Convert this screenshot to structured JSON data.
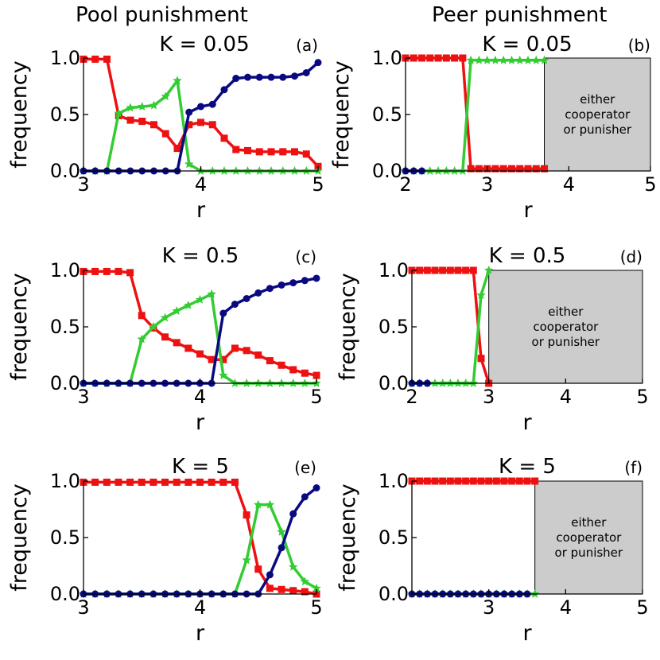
{
  "column_titles": {
    "left": "Pool punishment",
    "right": "Peer punishment"
  },
  "colors": {
    "red": "#ee1111",
    "green": "#33cc33",
    "navy": "#0a0a80",
    "shade": "#cccccc"
  },
  "chart_data": [
    {
      "id": "a",
      "type": "line",
      "title": "K = 0.05",
      "panel_label": "(a)",
      "xlabel": "r",
      "ylabel": "frequency",
      "xlim": [
        3,
        5
      ],
      "ylim": [
        0,
        1
      ],
      "xticks": [
        3,
        4,
        5
      ],
      "yticks": [
        0.0,
        0.5,
        1.0
      ],
      "shaded": null,
      "series": [
        {
          "color": "#ee1111",
          "marker": "square",
          "x": [
            3.0,
            3.1,
            3.2,
            3.3,
            3.4,
            3.5,
            3.6,
            3.7,
            3.8,
            3.9,
            4.0,
            4.1,
            4.2,
            4.3,
            4.4,
            4.5,
            4.6,
            4.7,
            4.8,
            4.9,
            5.0
          ],
          "y": [
            0.99,
            0.99,
            0.99,
            0.49,
            0.45,
            0.44,
            0.41,
            0.33,
            0.2,
            0.41,
            0.43,
            0.41,
            0.29,
            0.19,
            0.18,
            0.17,
            0.17,
            0.17,
            0.17,
            0.15,
            0.04
          ]
        },
        {
          "color": "#33cc33",
          "marker": "star",
          "x": [
            3.0,
            3.1,
            3.2,
            3.3,
            3.4,
            3.5,
            3.6,
            3.7,
            3.8,
            3.9,
            4.0,
            4.1,
            4.2,
            4.3,
            4.4,
            4.5,
            4.6,
            4.7,
            4.8,
            4.9,
            5.0
          ],
          "y": [
            0.0,
            0.0,
            0.0,
            0.51,
            0.56,
            0.57,
            0.58,
            0.66,
            0.8,
            0.06,
            0.0,
            0.0,
            0.0,
            0.0,
            0.0,
            0.0,
            0.0,
            0.0,
            0.0,
            0.0,
            0.0
          ]
        },
        {
          "color": "#0a0a80",
          "marker": "circle",
          "x": [
            3.0,
            3.1,
            3.2,
            3.3,
            3.4,
            3.5,
            3.6,
            3.7,
            3.8,
            3.9,
            4.0,
            4.1,
            4.2,
            4.3,
            4.4,
            4.5,
            4.6,
            4.7,
            4.8,
            4.9,
            5.0
          ],
          "y": [
            0.0,
            0.0,
            0.0,
            0.0,
            0.0,
            0.0,
            0.0,
            0.0,
            0.0,
            0.52,
            0.57,
            0.59,
            0.72,
            0.82,
            0.83,
            0.83,
            0.83,
            0.83,
            0.84,
            0.87,
            0.96
          ]
        }
      ]
    },
    {
      "id": "b",
      "type": "line",
      "title": "K = 0.05",
      "panel_label": "(b)",
      "xlabel": "r",
      "ylabel": "frequency",
      "xlim": [
        2,
        5
      ],
      "ylim": [
        0,
        1
      ],
      "xticks": [
        2,
        3,
        4,
        5
      ],
      "yticks": [
        0.0,
        0.5,
        1.0
      ],
      "shaded": {
        "x_from": 3.7,
        "x_to": 5.0,
        "lines": [
          "either",
          "cooperator",
          "or punisher"
        ]
      },
      "series": [
        {
          "color": "#ee1111",
          "marker": "square",
          "x": [
            2.0,
            2.1,
            2.2,
            2.3,
            2.4,
            2.5,
            2.6,
            2.7,
            2.8,
            2.9,
            3.0,
            3.1,
            3.2,
            3.3,
            3.4,
            3.5,
            3.6,
            3.7
          ],
          "y": [
            1.0,
            1.0,
            1.0,
            1.0,
            1.0,
            1.0,
            1.0,
            1.0,
            0.02,
            0.02,
            0.02,
            0.02,
            0.02,
            0.02,
            0.02,
            0.02,
            0.02,
            0.02
          ]
        },
        {
          "color": "#33cc33",
          "marker": "star",
          "x": [
            2.0,
            2.1,
            2.2,
            2.3,
            2.4,
            2.5,
            2.6,
            2.7,
            2.8,
            2.9,
            3.0,
            3.1,
            3.2,
            3.3,
            3.4,
            3.5,
            3.6,
            3.7
          ],
          "y": [
            0.0,
            0.0,
            0.0,
            0.0,
            0.0,
            0.0,
            0.0,
            0.0,
            0.98,
            0.98,
            0.98,
            0.98,
            0.98,
            0.98,
            0.98,
            0.98,
            0.98,
            0.98
          ]
        },
        {
          "color": "#0a0a80",
          "marker": "circle",
          "x": [
            2.0,
            2.1,
            2.2
          ],
          "y": [
            0.0,
            0.0,
            0.0
          ]
        }
      ]
    },
    {
      "id": "c",
      "type": "line",
      "title": "K = 0.5",
      "panel_label": "(c)",
      "xlabel": "r",
      "ylabel": "frequency",
      "xlim": [
        3,
        5
      ],
      "ylim": [
        0,
        1
      ],
      "xticks": [
        3,
        4,
        5
      ],
      "yticks": [
        0.0,
        0.5,
        1.0
      ],
      "shaded": null,
      "series": [
        {
          "color": "#ee1111",
          "marker": "square",
          "x": [
            3.0,
            3.1,
            3.2,
            3.3,
            3.4,
            3.5,
            3.6,
            3.7,
            3.8,
            3.9,
            4.0,
            4.1,
            4.2,
            4.3,
            4.4,
            4.5,
            4.6,
            4.7,
            4.8,
            4.9,
            5.0
          ],
          "y": [
            0.99,
            0.99,
            0.99,
            0.99,
            0.98,
            0.6,
            0.49,
            0.41,
            0.36,
            0.31,
            0.26,
            0.21,
            0.21,
            0.31,
            0.29,
            0.25,
            0.2,
            0.16,
            0.12,
            0.09,
            0.07
          ]
        },
        {
          "color": "#33cc33",
          "marker": "star",
          "x": [
            3.0,
            3.1,
            3.2,
            3.3,
            3.4,
            3.5,
            3.6,
            3.7,
            3.8,
            3.9,
            4.0,
            4.1,
            4.2,
            4.3,
            4.4,
            4.5,
            4.6,
            4.7,
            4.8,
            4.9,
            5.0
          ],
          "y": [
            0.0,
            0.0,
            0.0,
            0.0,
            0.0,
            0.39,
            0.5,
            0.58,
            0.64,
            0.69,
            0.74,
            0.79,
            0.07,
            0.0,
            0.0,
            0.0,
            0.0,
            0.0,
            0.0,
            0.0,
            0.0
          ]
        },
        {
          "color": "#0a0a80",
          "marker": "circle",
          "x": [
            3.0,
            3.1,
            3.2,
            3.3,
            3.4,
            3.5,
            3.6,
            3.7,
            3.8,
            3.9,
            4.0,
            4.1,
            4.2,
            4.3,
            4.4,
            4.5,
            4.6,
            4.7,
            4.8,
            4.9,
            5.0
          ],
          "y": [
            0.0,
            0.0,
            0.0,
            0.0,
            0.0,
            0.0,
            0.0,
            0.0,
            0.0,
            0.0,
            0.0,
            0.0,
            0.62,
            0.7,
            0.75,
            0.8,
            0.84,
            0.87,
            0.89,
            0.91,
            0.93
          ]
        }
      ]
    },
    {
      "id": "d",
      "type": "line",
      "title": "K = 0.5",
      "panel_label": "(d)",
      "xlabel": "r",
      "ylabel": "frequency",
      "xlim": [
        2,
        5
      ],
      "ylim": [
        0,
        1
      ],
      "xticks": [
        2,
        3,
        4,
        5
      ],
      "yticks": [
        0.0,
        0.5,
        1.0
      ],
      "shaded": {
        "x_from": 3.0,
        "x_to": 5.0,
        "lines": [
          "either",
          "cooperator",
          "or punisher"
        ]
      },
      "series": [
        {
          "color": "#ee1111",
          "marker": "square",
          "x": [
            2.0,
            2.1,
            2.2,
            2.3,
            2.4,
            2.5,
            2.6,
            2.7,
            2.8,
            2.9,
            3.0
          ],
          "y": [
            1.0,
            1.0,
            1.0,
            1.0,
            1.0,
            1.0,
            1.0,
            1.0,
            1.0,
            0.22,
            0.0
          ]
        },
        {
          "color": "#33cc33",
          "marker": "star",
          "x": [
            2.0,
            2.1,
            2.2,
            2.3,
            2.4,
            2.5,
            2.6,
            2.7,
            2.8,
            2.9,
            3.0
          ],
          "y": [
            0.0,
            0.0,
            0.0,
            0.0,
            0.0,
            0.0,
            0.0,
            0.0,
            0.0,
            0.78,
            1.0
          ]
        },
        {
          "color": "#0a0a80",
          "marker": "circle",
          "x": [
            2.0,
            2.1,
            2.2
          ],
          "y": [
            0.0,
            0.0,
            0.0
          ]
        }
      ]
    },
    {
      "id": "e",
      "type": "line",
      "title": "K = 5",
      "panel_label": "(e)",
      "xlabel": "r",
      "ylabel": "frequency",
      "xlim": [
        3,
        5
      ],
      "ylim": [
        0,
        1
      ],
      "xticks": [
        3,
        4,
        5
      ],
      "yticks": [
        0.0,
        0.5,
        1.0
      ],
      "shaded": null,
      "series": [
        {
          "color": "#ee1111",
          "marker": "square",
          "x": [
            3.0,
            3.1,
            3.2,
            3.3,
            3.4,
            3.5,
            3.6,
            3.7,
            3.8,
            3.9,
            4.0,
            4.1,
            4.2,
            4.3,
            4.4,
            4.5,
            4.6,
            4.7,
            4.8,
            4.9,
            5.0
          ],
          "y": [
            0.99,
            0.99,
            0.99,
            0.99,
            0.99,
            0.99,
            0.99,
            0.99,
            0.99,
            0.99,
            0.99,
            0.99,
            0.99,
            0.99,
            0.7,
            0.22,
            0.05,
            0.04,
            0.03,
            0.02,
            0.0
          ]
        },
        {
          "color": "#33cc33",
          "marker": "star",
          "x": [
            3.0,
            3.1,
            3.2,
            3.3,
            3.4,
            3.5,
            3.6,
            3.7,
            3.8,
            3.9,
            4.0,
            4.1,
            4.2,
            4.3,
            4.4,
            4.5,
            4.6,
            4.7,
            4.8,
            4.9,
            5.0
          ],
          "y": [
            0.0,
            0.0,
            0.0,
            0.0,
            0.0,
            0.0,
            0.0,
            0.0,
            0.0,
            0.0,
            0.0,
            0.0,
            0.0,
            0.0,
            0.3,
            0.79,
            0.79,
            0.55,
            0.24,
            0.11,
            0.05
          ]
        },
        {
          "color": "#0a0a80",
          "marker": "circle",
          "x": [
            3.0,
            3.1,
            3.2,
            3.3,
            3.4,
            3.5,
            3.6,
            3.7,
            3.8,
            3.9,
            4.0,
            4.1,
            4.2,
            4.3,
            4.4,
            4.5,
            4.6,
            4.7,
            4.8,
            4.9,
            5.0
          ],
          "y": [
            0.0,
            0.0,
            0.0,
            0.0,
            0.0,
            0.0,
            0.0,
            0.0,
            0.0,
            0.0,
            0.0,
            0.0,
            0.0,
            0.0,
            0.0,
            0.0,
            0.17,
            0.41,
            0.71,
            0.86,
            0.94
          ]
        }
      ]
    },
    {
      "id": "f",
      "type": "line",
      "title": "K = 5",
      "panel_label": "(f)",
      "xlabel": "r",
      "ylabel": "frequency",
      "xlim": [
        2,
        5
      ],
      "ylim": [
        0,
        1
      ],
      "xticks": [
        3,
        4,
        5
      ],
      "yticks": [
        0.0,
        0.5,
        1.0
      ],
      "shaded": {
        "x_from": 3.6,
        "x_to": 5.0,
        "lines": [
          "either",
          "cooperator",
          "or punisher"
        ]
      },
      "series": [
        {
          "color": "#ee1111",
          "marker": "square",
          "x": [
            2.0,
            2.1,
            2.2,
            2.3,
            2.4,
            2.5,
            2.6,
            2.7,
            2.8,
            2.9,
            3.0,
            3.1,
            3.2,
            3.3,
            3.4,
            3.5,
            3.6
          ],
          "y": [
            1.0,
            1.0,
            1.0,
            1.0,
            1.0,
            1.0,
            1.0,
            1.0,
            1.0,
            1.0,
            1.0,
            1.0,
            1.0,
            1.0,
            1.0,
            1.0,
            1.0
          ]
        },
        {
          "color": "#33cc33",
          "marker": "star",
          "x": [
            2.0,
            2.1,
            2.2,
            2.3,
            2.4,
            2.5,
            2.6,
            2.7,
            2.8,
            2.9,
            3.0,
            3.1,
            3.2,
            3.3,
            3.4,
            3.5,
            3.6
          ],
          "y": [
            0.0,
            0.0,
            0.0,
            0.0,
            0.0,
            0.0,
            0.0,
            0.0,
            0.0,
            0.0,
            0.0,
            0.0,
            0.0,
            0.0,
            0.0,
            0.0,
            0.0
          ]
        },
        {
          "color": "#0a0a80",
          "marker": "circle",
          "x": [
            2.0,
            2.1,
            2.2,
            2.3,
            2.4,
            2.5,
            2.6,
            2.7,
            2.8,
            2.9,
            3.0,
            3.1,
            3.2,
            3.3,
            3.4,
            3.5
          ],
          "y": [
            0.0,
            0.0,
            0.0,
            0.0,
            0.0,
            0.0,
            0.0,
            0.0,
            0.0,
            0.0,
            0.0,
            0.0,
            0.0,
            0.0,
            0.0,
            0.0
          ]
        }
      ]
    }
  ]
}
